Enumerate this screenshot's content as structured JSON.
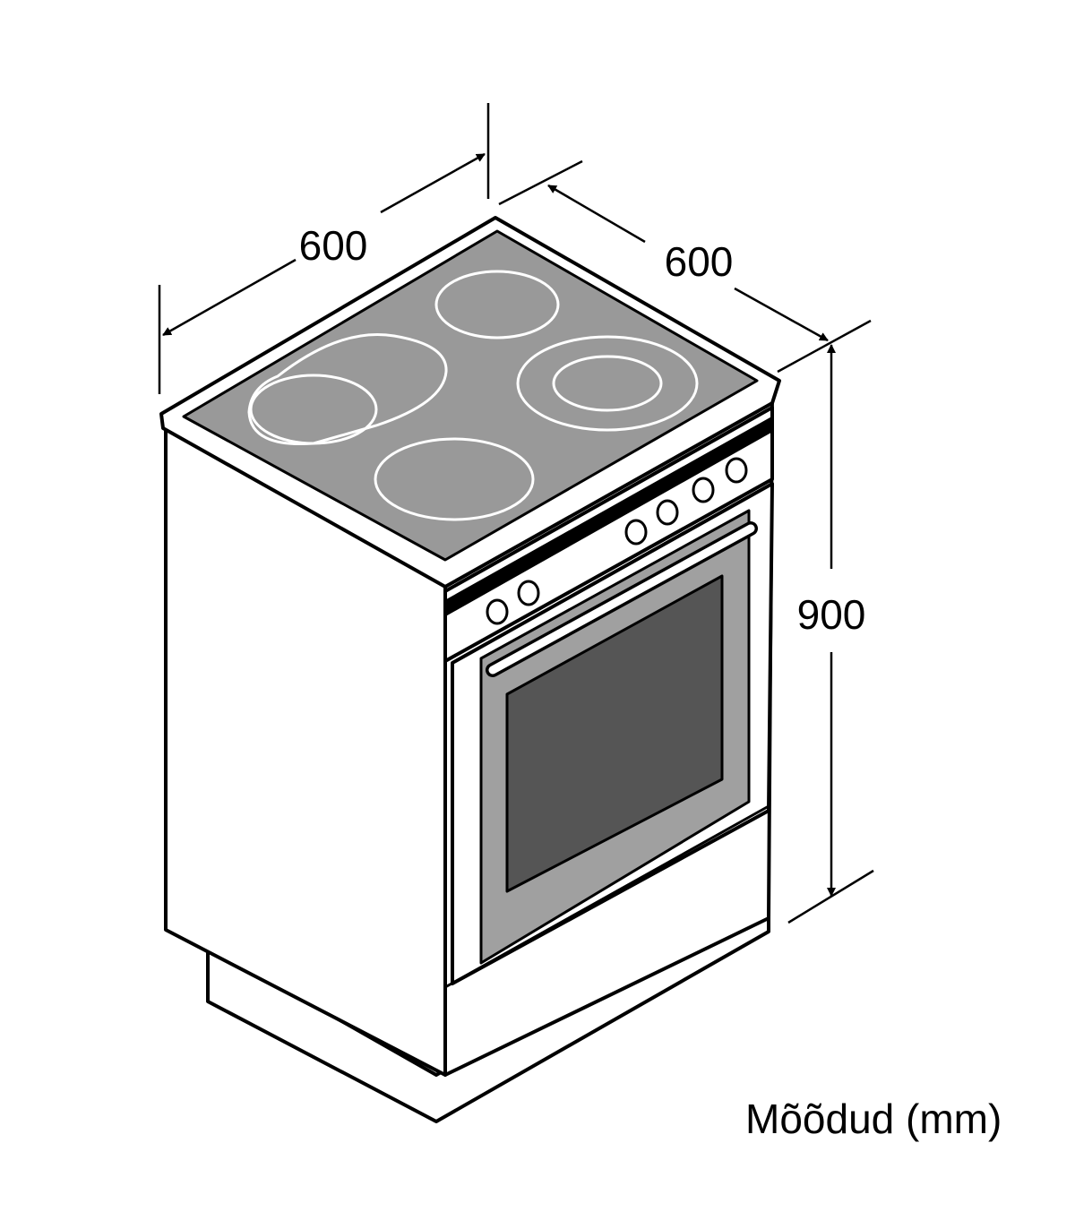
{
  "dimensions": {
    "width": "600",
    "depth": "600",
    "height": "900"
  },
  "caption": "Mõõdud (mm)",
  "colors": {
    "glass": "#999999",
    "door": "#a0a0a0",
    "window": "#555555",
    "line": "#000000"
  }
}
